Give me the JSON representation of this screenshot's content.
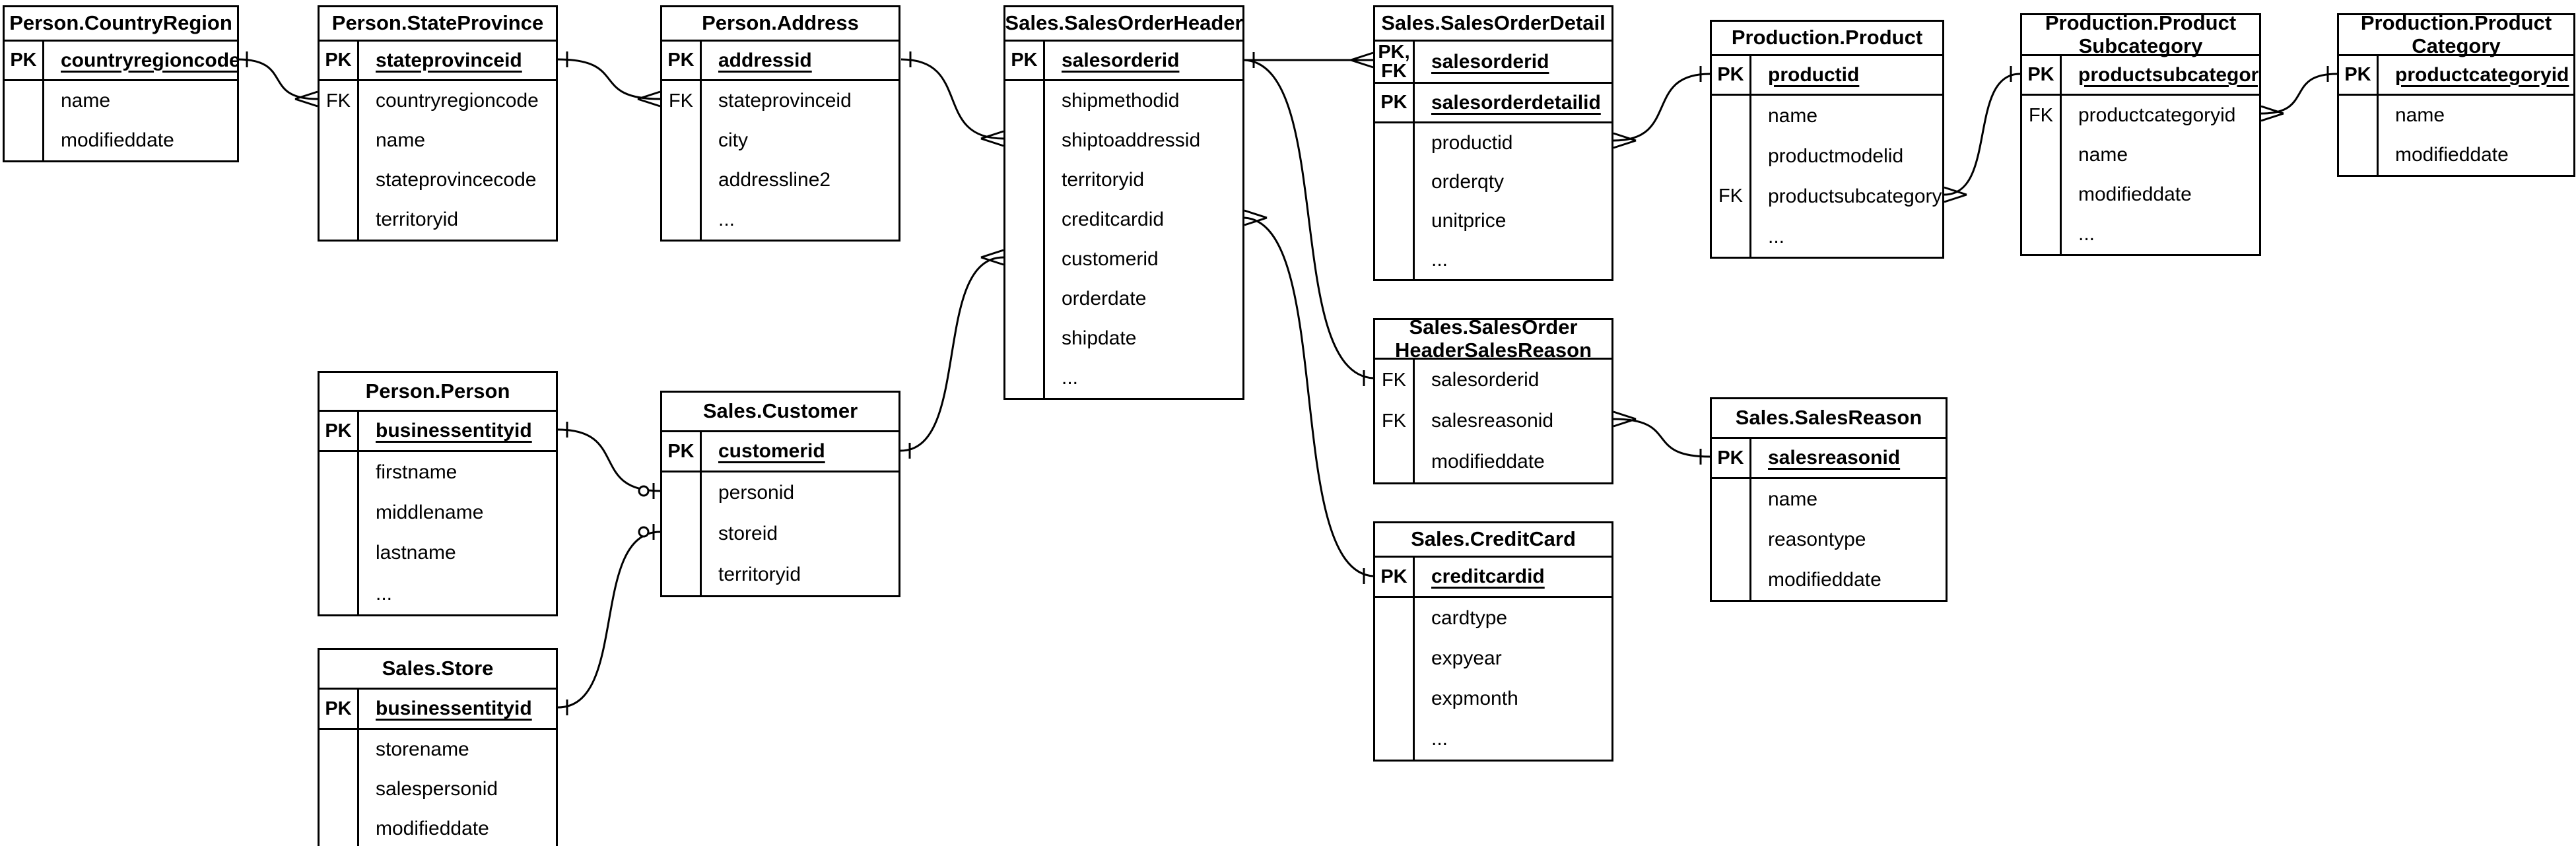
{
  "diagram": {
    "kind": "entity-relationship",
    "colors": {
      "line": "#000000",
      "background": "#ffffff",
      "text": "#000000"
    }
  },
  "entities": [
    {
      "name": "Person.CountryRegion",
      "title": "Person.CountryRegion",
      "rows": [
        {
          "key": "PK",
          "field": "countryregioncode"
        },
        {
          "key": "",
          "field": "name"
        },
        {
          "key": "",
          "field": "modifieddate"
        }
      ]
    },
    {
      "name": "Person.StateProvince",
      "title": "Person.StateProvince",
      "rows": [
        {
          "key": "PK",
          "field": "stateprovinceid"
        },
        {
          "key": "FK",
          "field": "countryregioncode"
        },
        {
          "key": "",
          "field": "name"
        },
        {
          "key": "",
          "field": "stateprovincecode"
        },
        {
          "key": "",
          "field": "territoryid"
        }
      ]
    },
    {
      "name": "Person.Address",
      "title": "Person.Address",
      "rows": [
        {
          "key": "PK",
          "field": "addressid"
        },
        {
          "key": "FK",
          "field": "stateprovinceid"
        },
        {
          "key": "",
          "field": "city"
        },
        {
          "key": "",
          "field": "addressline2"
        },
        {
          "key": "",
          "field": "..."
        }
      ]
    },
    {
      "name": "Sales.SalesOrderHeader",
      "title": "Sales.SalesOrderHeader",
      "rows": [
        {
          "key": "PK",
          "field": "salesorderid"
        },
        {
          "key": "",
          "field": "shipmethodid"
        },
        {
          "key": "",
          "field": "shiptoaddressid"
        },
        {
          "key": "",
          "field": "territoryid"
        },
        {
          "key": "",
          "field": "creditcardid"
        },
        {
          "key": "",
          "field": "customerid"
        },
        {
          "key": "",
          "field": "orderdate"
        },
        {
          "key": "",
          "field": "shipdate"
        },
        {
          "key": "",
          "field": "..."
        }
      ]
    },
    {
      "name": "Sales.SalesOrderDetail",
      "title": "Sales.SalesOrderDetail",
      "rows": [
        {
          "key": "PK,\nFK",
          "field": "salesorderid"
        },
        {
          "key": "PK",
          "field": "salesorderdetailid"
        },
        {
          "key": "",
          "field": "productid"
        },
        {
          "key": "",
          "field": "orderqty"
        },
        {
          "key": "",
          "field": "unitprice"
        },
        {
          "key": "",
          "field": "..."
        }
      ]
    },
    {
      "name": "Production.Product",
      "title": "Production.Product",
      "rows": [
        {
          "key": "PK",
          "field": "productid"
        },
        {
          "key": "",
          "field": "name"
        },
        {
          "key": "",
          "field": "productmodelid"
        },
        {
          "key": "FK",
          "field": "productsubcategoryid"
        },
        {
          "key": "",
          "field": "..."
        }
      ]
    },
    {
      "name": "Production.ProductSubcategory",
      "title": "Production.Product\nSubcategory",
      "rows": [
        {
          "key": "PK",
          "field": "productsubcategoryid"
        },
        {
          "key": "FK",
          "field": "productcategoryid"
        },
        {
          "key": "",
          "field": "name"
        },
        {
          "key": "",
          "field": "modifieddate"
        },
        {
          "key": "",
          "field": "..."
        }
      ]
    },
    {
      "name": "Production.ProductCategory",
      "title": "Production.Product\nCategory",
      "rows": [
        {
          "key": "PK",
          "field": "productcategoryid"
        },
        {
          "key": "",
          "field": "name"
        },
        {
          "key": "",
          "field": "modifieddate"
        }
      ]
    },
    {
      "name": "Person.Person",
      "title": "Person.Person",
      "rows": [
        {
          "key": "PK",
          "field": "businessentityid"
        },
        {
          "key": "",
          "field": "firstname"
        },
        {
          "key": "",
          "field": "middlename"
        },
        {
          "key": "",
          "field": "lastname"
        },
        {
          "key": "",
          "field": "..."
        }
      ]
    },
    {
      "name": "Sales.Customer",
      "title": "Sales.Customer",
      "rows": [
        {
          "key": "PK",
          "field": "customerid"
        },
        {
          "key": "",
          "field": "personid"
        },
        {
          "key": "",
          "field": "storeid"
        },
        {
          "key": "",
          "field": "territoryid"
        }
      ]
    },
    {
      "name": "Sales.SalesOrderHeaderSalesReason",
      "title": "Sales.SalesOrder\nHeaderSalesReason",
      "rows": [
        {
          "key": "FK",
          "field": "salesorderid"
        },
        {
          "key": "FK",
          "field": "salesreasonid"
        },
        {
          "key": "",
          "field": "modifieddate"
        }
      ]
    },
    {
      "name": "Sales.SalesReason",
      "title": "Sales.SalesReason",
      "rows": [
        {
          "key": "PK",
          "field": "salesreasonid"
        },
        {
          "key": "",
          "field": "name"
        },
        {
          "key": "",
          "field": "reasontype"
        },
        {
          "key": "",
          "field": "modifieddate"
        }
      ]
    },
    {
      "name": "Sales.CreditCard",
      "title": "Sales.CreditCard",
      "rows": [
        {
          "key": "PK",
          "field": "creditcardid"
        },
        {
          "key": "",
          "field": "cardtype"
        },
        {
          "key": "",
          "field": "expyear"
        },
        {
          "key": "",
          "field": "expmonth"
        },
        {
          "key": "",
          "field": "..."
        }
      ]
    },
    {
      "name": "Sales.Store",
      "title": "Sales.Store",
      "rows": [
        {
          "key": "PK",
          "field": "businessentityid"
        },
        {
          "key": "",
          "field": "storename"
        },
        {
          "key": "",
          "field": "salespersonid"
        },
        {
          "key": "",
          "field": "modifieddate"
        }
      ]
    }
  ],
  "relationships": [
    {
      "from": "Person.CountryRegion.countryregioncode",
      "from_marker": "one",
      "to": "Person.StateProvince.countryregioncode",
      "to_marker": "many"
    },
    {
      "from": "Person.StateProvince.stateprovinceid",
      "from_marker": "one",
      "to": "Person.Address.stateprovinceid",
      "to_marker": "many"
    },
    {
      "from": "Person.Address.addressid",
      "from_marker": "one",
      "to": "Sales.SalesOrderHeader.shiptoaddressid",
      "to_marker": "many"
    },
    {
      "from": "Sales.SalesOrderHeader.salesorderid",
      "from_marker": "one",
      "to": "Sales.SalesOrderDetail.salesorderid",
      "to_marker": "many"
    },
    {
      "from": "Sales.SalesOrderHeader.salesorderid",
      "from_marker": "one",
      "to": "Sales.SalesOrderHeaderSalesReason.salesorderid",
      "to_marker": "one"
    },
    {
      "from": "Sales.SalesOrderHeader.creditcardid",
      "from_marker": "many",
      "to": "Sales.CreditCard.creditcardid",
      "to_marker": "one"
    },
    {
      "from": "Sales.SalesOrderDetail.productid",
      "from_marker": "many",
      "to": "Production.Product.productid",
      "to_marker": "one"
    },
    {
      "from": "Production.Product.productsubcategoryid",
      "from_marker": "many",
      "to": "Production.ProductSubcategory.productsubcategoryid",
      "to_marker": "one"
    },
    {
      "from": "Production.ProductSubcategory.productcategoryid",
      "from_marker": "many",
      "to": "Production.ProductCategory.productcategoryid",
      "to_marker": "one"
    },
    {
      "from": "Sales.SalesOrderHeaderSalesReason.salesreasonid",
      "from_marker": "many",
      "to": "Sales.SalesReason.salesreasonid",
      "to_marker": "one"
    },
    {
      "from": "Person.Person.businessentityid",
      "from_marker": "one",
      "to": "Sales.Customer.personid",
      "to_marker": "zero-or-one"
    },
    {
      "from": "Sales.Store.businessentityid",
      "from_marker": "one",
      "to": "Sales.Customer.storeid",
      "to_marker": "zero-or-one"
    },
    {
      "from": "Sales.Customer.customerid",
      "from_marker": "one",
      "to": "Sales.SalesOrderHeader.customerid",
      "to_marker": "many"
    }
  ]
}
